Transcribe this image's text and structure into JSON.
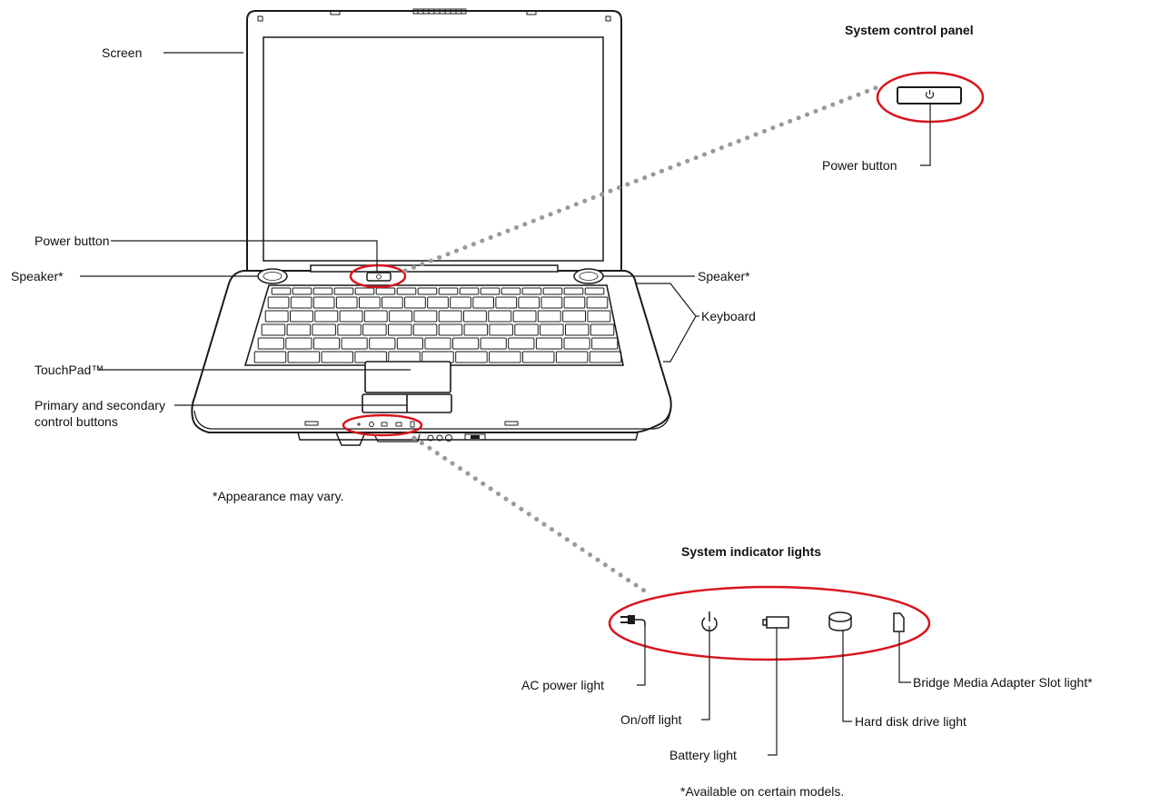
{
  "colors": {
    "highlight": "#d9141d",
    "leader": "#9a9a9a",
    "line": "#1a1a1a"
  },
  "labels": {
    "screen": "Screen",
    "power_button": "Power button",
    "speaker_left": "Speaker*",
    "speaker_right": "Speaker*",
    "keyboard": "Keyboard",
    "touchpad": "TouchPad™",
    "control_buttons": [
      "Primary and secondary",
      "control buttons"
    ],
    "appearance_note": "*Appearance may vary."
  },
  "control_panel": {
    "title": "System control panel",
    "power_button": "Power button",
    "icon": "power-icon"
  },
  "indicator_lights": {
    "title": "System indicator lights",
    "items": [
      {
        "label": "AC power light",
        "icon": "ac-plug-icon"
      },
      {
        "label": "On/off light",
        "icon": "power-icon"
      },
      {
        "label": "Battery light",
        "icon": "battery-icon"
      },
      {
        "label": "Hard disk drive light",
        "icon": "hard-disk-icon"
      },
      {
        "label": "Bridge Media Adapter Slot light*",
        "icon": "memory-card-icon"
      }
    ],
    "note": "*Available on certain models."
  }
}
